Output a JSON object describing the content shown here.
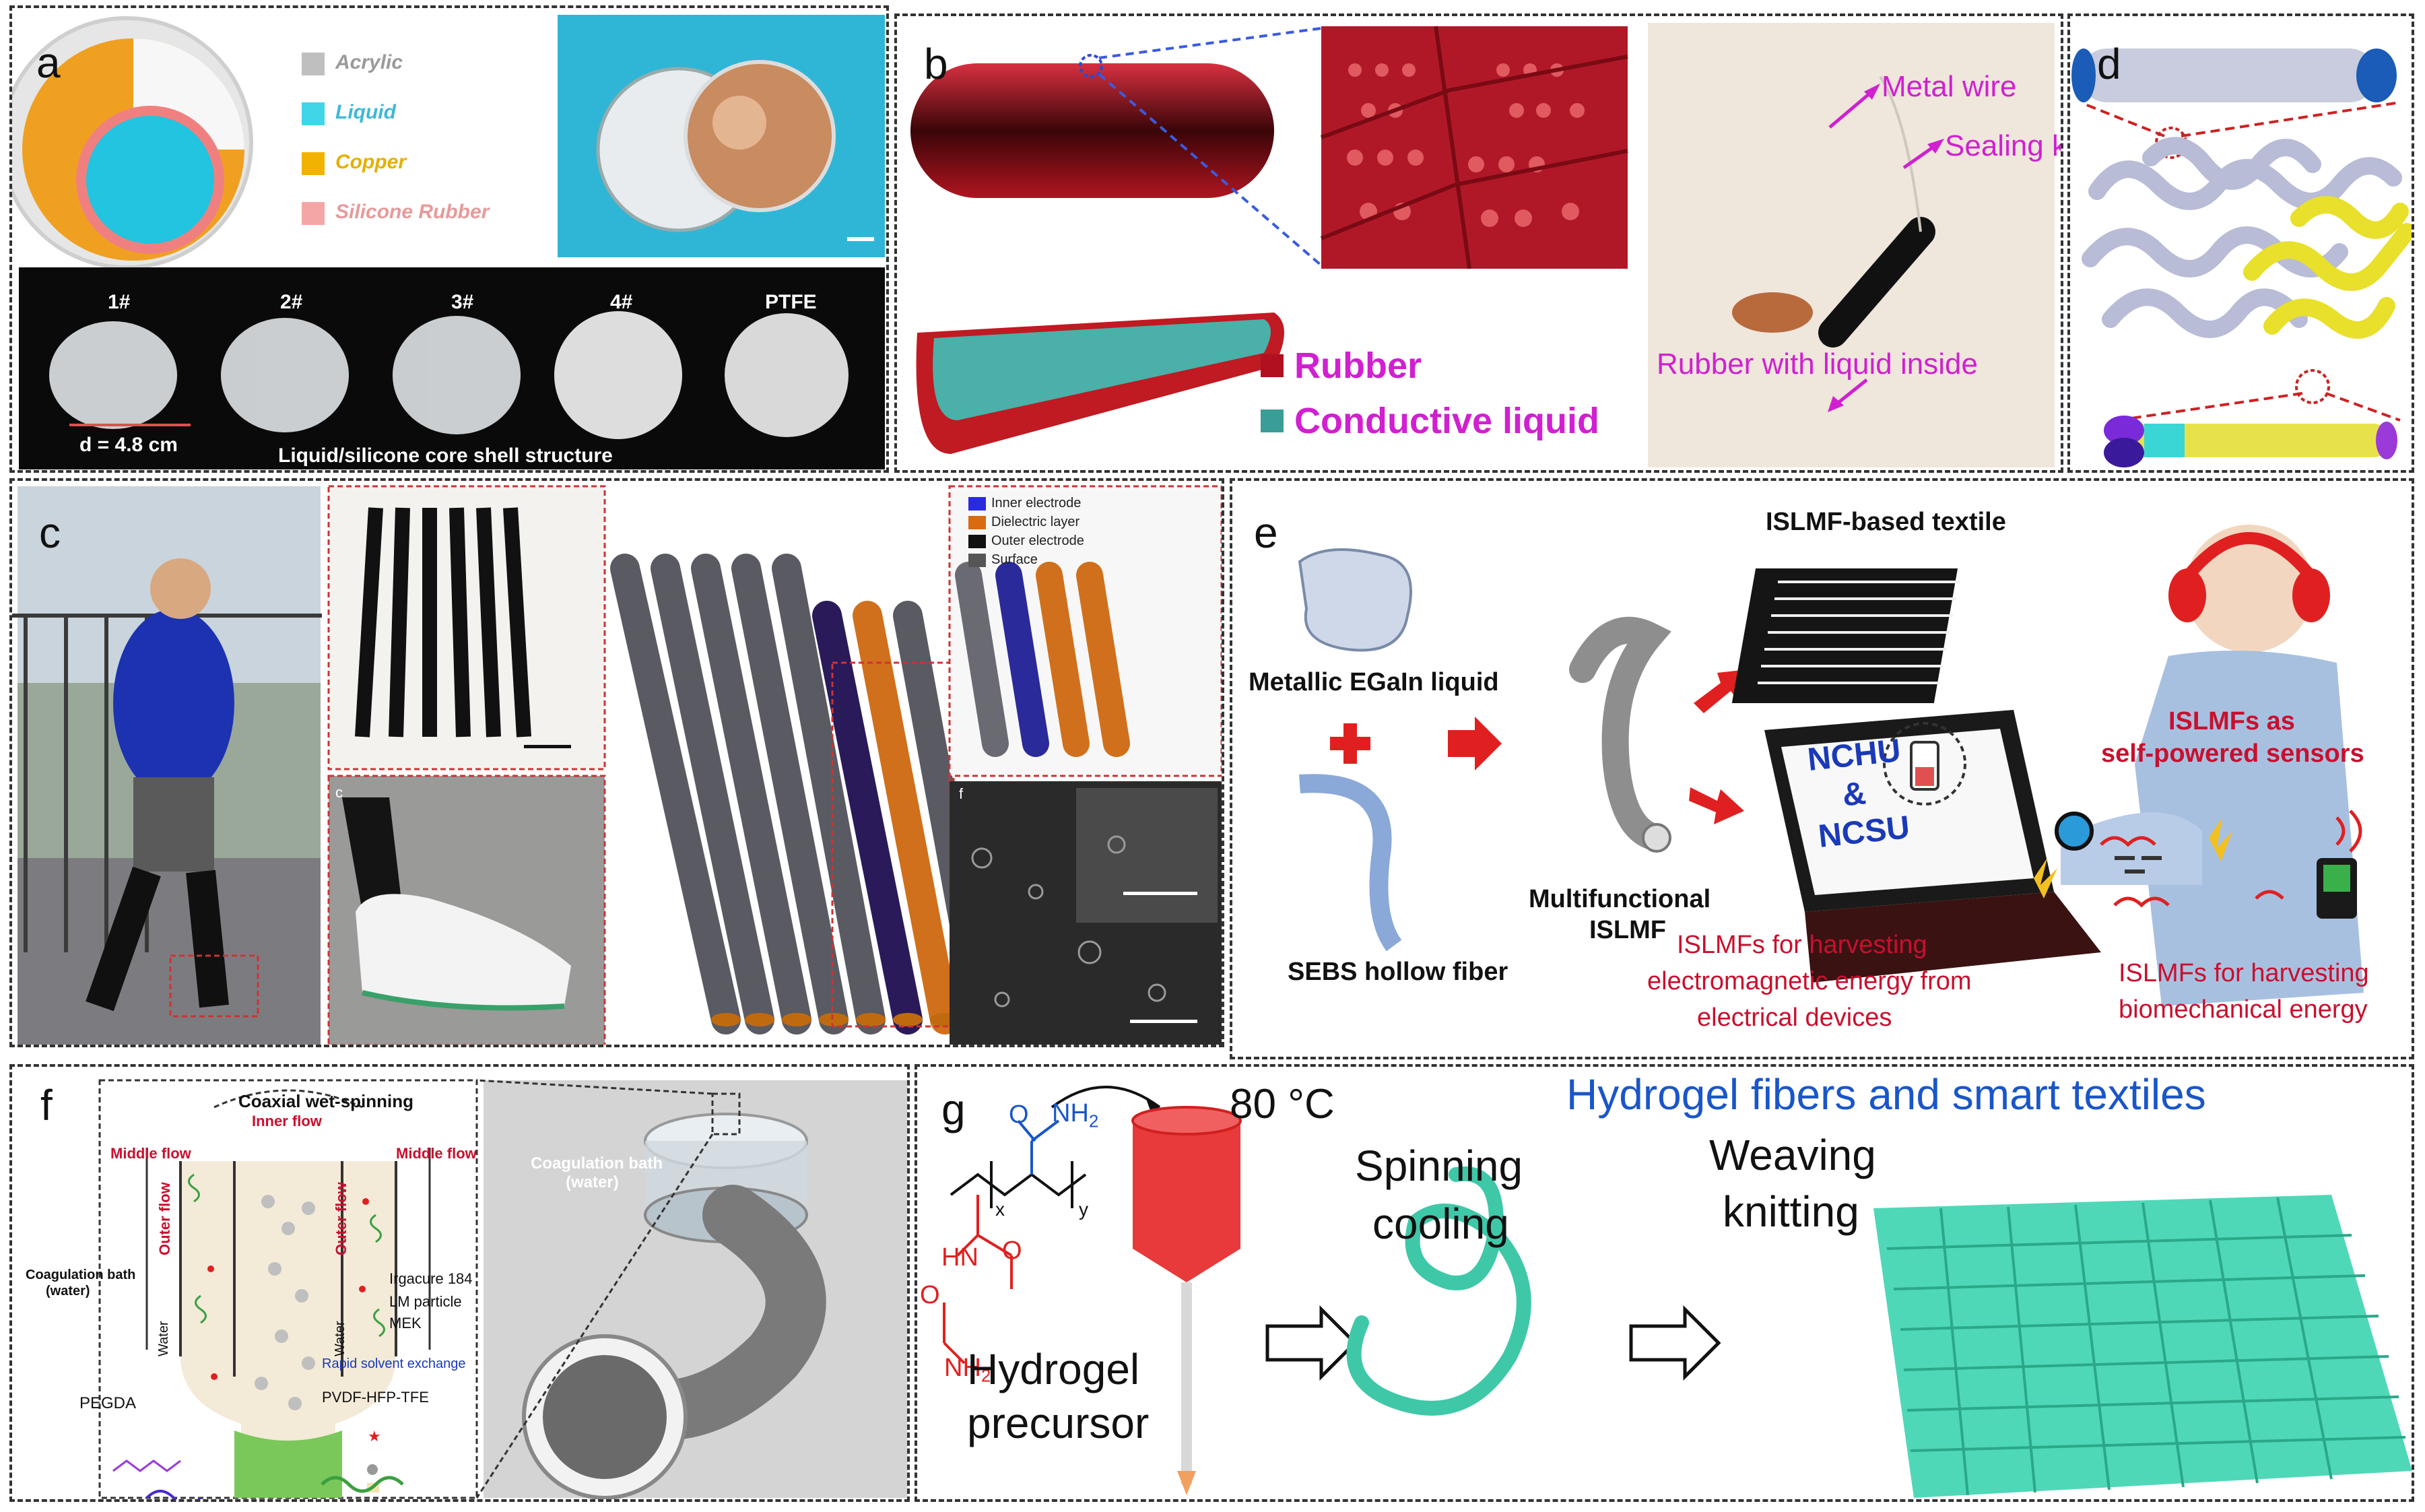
{
  "colors": {
    "magenta": "#d020d0",
    "red_text": "#c8102e",
    "blue_title": "#1a56c8",
    "hydrogel": "#3fc8a8",
    "rubber": "#b8141e",
    "conductive": "#3a9d96"
  },
  "panel_a": {
    "label": "a",
    "legend": [
      {
        "name": "Acrylic",
        "color": "#bfbfbf"
      },
      {
        "name": "Liquid",
        "color": "#3fd6e8"
      },
      {
        "name": "Copper",
        "color": "#f2b300"
      },
      {
        "name": "Silicone Rubber",
        "color": "#f4a6a6"
      }
    ],
    "samples": [
      "1#",
      "2#",
      "3#",
      "4#",
      "PTFE"
    ],
    "diameter": "d = 4.8 cm",
    "caption": "Liquid/silicone core shell structure"
  },
  "panel_b": {
    "label": "b",
    "legend_rubber": "Rubber",
    "legend_liquid": "Conductive liquid",
    "metal_wire": "Metal wire",
    "sealing_knot": "Sealing knot",
    "rubber_liquid": "Rubber with liquid inside"
  },
  "panel_c": {
    "label": "c",
    "sublabel_small": "c",
    "sublabel_f": "f",
    "legend": [
      {
        "name": "Inner electrode",
        "color": "#2a2ae0"
      },
      {
        "name": "Dielectric layer",
        "color": "#d96a10"
      },
      {
        "name": "Outer electrode",
        "color": "#111111"
      },
      {
        "name": "Surface",
        "color": "#555555"
      }
    ]
  },
  "panel_d": {
    "label": "d"
  },
  "panel_e": {
    "label": "e",
    "textile": "ISLMF-based textile",
    "egain": "Metallic EGaIn liquid",
    "sebs": "SEBS hollow fiber",
    "multifunctional": "Multifunctional",
    "islmf": "ISLMF",
    "screen_line1": "NCHU",
    "screen_line2": "&",
    "screen_line3": "NCSU",
    "sensors_1": "ISLMFs as",
    "sensors_2": "self-powered sensors",
    "em_1": "ISLMFs for harvesting",
    "em_2": "electromagnetic energy from",
    "em_3": "electrical devices",
    "bio_1": "ISLMFs for harvesting",
    "bio_2": "biomechanical energy"
  },
  "panel_f": {
    "label": "f",
    "title": "Coaxial wet-spinning",
    "inner_flow": "Inner flow",
    "middle_flow": "Middle flow",
    "outer_flow": "Outer flow",
    "water": "Water",
    "coag_1": "Coagulation bath",
    "coag_2": "(water)",
    "irgacure": "Irgacure 184",
    "lm": "LM particle",
    "mek": "MEK",
    "exchange": "Rapid solvent exchange",
    "pegda": "PEGDA",
    "pvdf": "PVDF-HFP-TFE"
  },
  "panel_g": {
    "label": "g",
    "title": "Hydrogel fibers and smart textiles",
    "temp": "80 °C",
    "nh2_top": "NH",
    "nh2_top_sub": "2",
    "x_sub": "x",
    "y_sub": "y",
    "hn": "HN",
    "nh2_bottom": "NH",
    "nh2_bottom_sub": "2",
    "precursor_1": "Hydrogel",
    "precursor_2": "precursor",
    "spinning_1": "Spinning",
    "spinning_2": "cooling",
    "weaving_1": "Weaving",
    "weaving_2": "knitting"
  }
}
